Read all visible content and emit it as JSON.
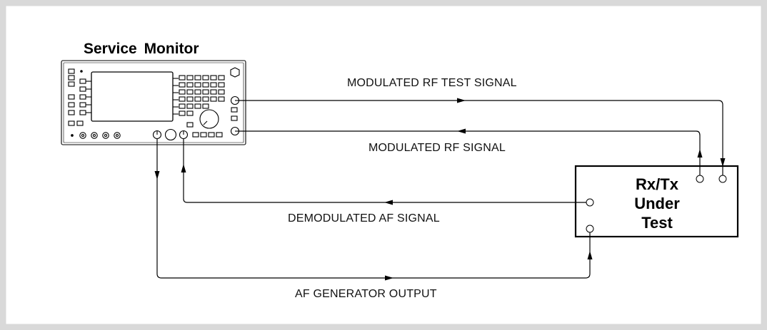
{
  "diagram": {
    "instrument_title": "Service Monitor",
    "device_label_line1": "Rx/Tx",
    "device_label_line2": "Under",
    "device_label_line3": "Test",
    "signals": {
      "mod_rf_test": "MODULATED RF TEST SIGNAL",
      "mod_rf": "MODULATED RF SIGNAL",
      "demod_af": "DEMODULATED AF SIGNAL",
      "af_gen": "AF GENERATOR OUTPUT"
    },
    "colors": {
      "frame_border": "#d9d9d9",
      "line": "#000000"
    }
  }
}
